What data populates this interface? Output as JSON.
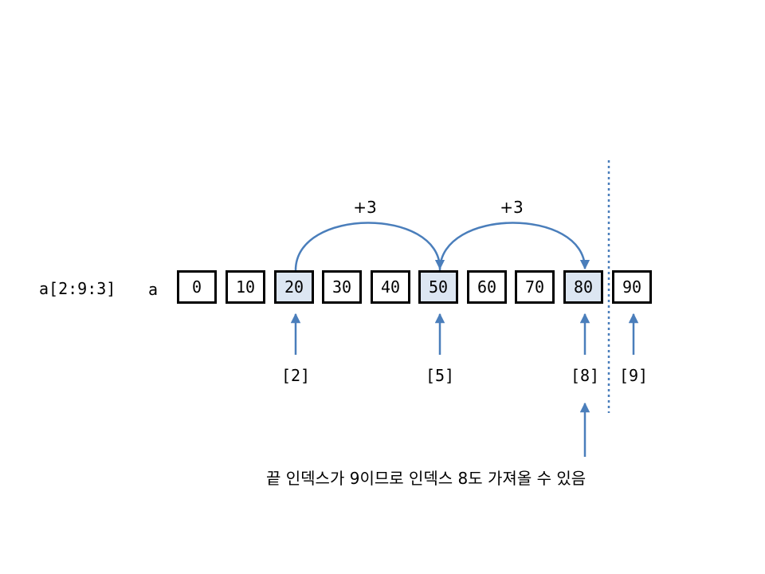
{
  "slice_expr": "a[2:9:3]",
  "array_name": "a",
  "cells": [
    {
      "value": "0",
      "highlight": false
    },
    {
      "value": "10",
      "highlight": false
    },
    {
      "value": "20",
      "highlight": true
    },
    {
      "value": "30",
      "highlight": false
    },
    {
      "value": "40",
      "highlight": false
    },
    {
      "value": "50",
      "highlight": true
    },
    {
      "value": "60",
      "highlight": false
    },
    {
      "value": "70",
      "highlight": false
    },
    {
      "value": "80",
      "highlight": true
    },
    {
      "value": "90",
      "highlight": false
    }
  ],
  "index_labels": [
    "[2]",
    "[5]",
    "[8]",
    "[9]"
  ],
  "step_labels": [
    "+3",
    "+3"
  ],
  "note": "끝 인덱스가 9이므로 인덱스 8도 가져올 수 있음",
  "colors": {
    "arrow": "#4a7ebb",
    "highlight_fill": "#dce6f2",
    "cell_border": "#000000"
  }
}
